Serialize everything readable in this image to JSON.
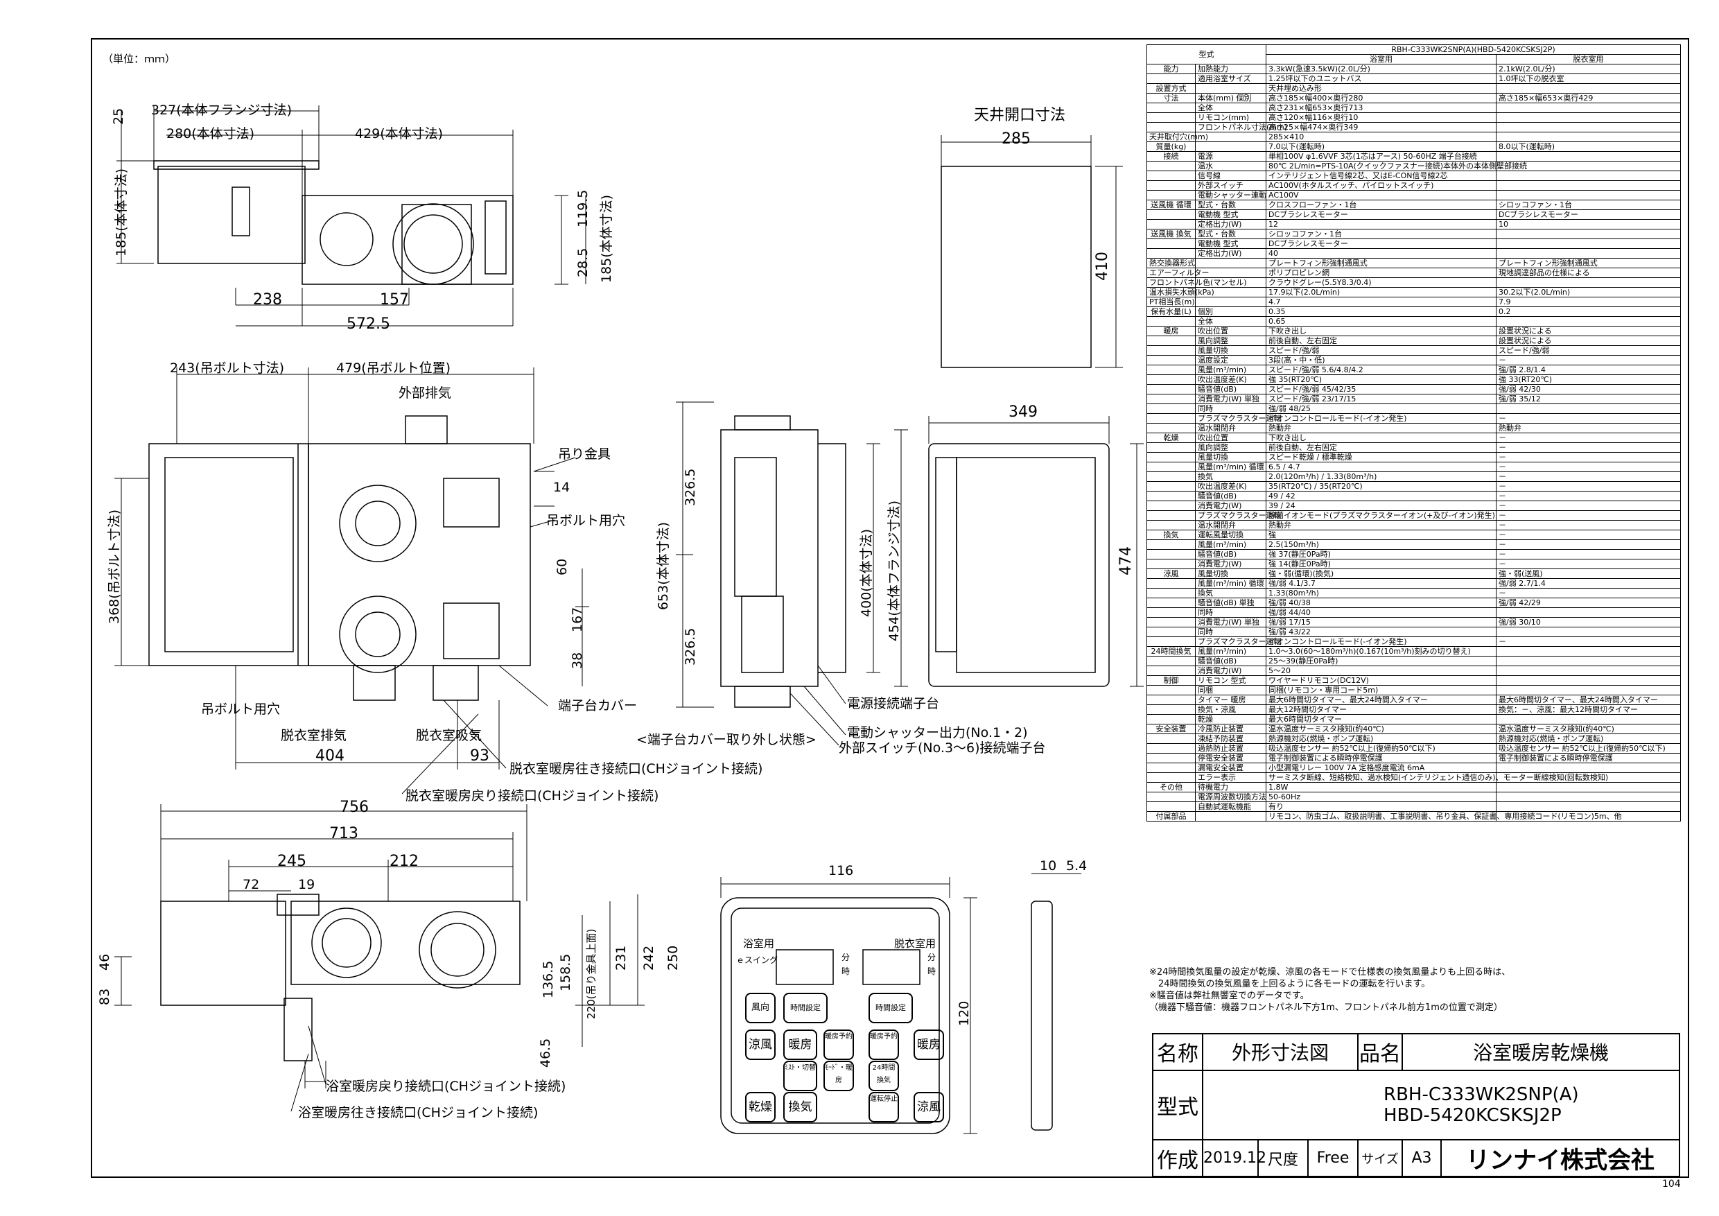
{
  "unit_label": "（単位：ｍｍ）",
  "ceiling_opening": {
    "title": "天井開口寸法",
    "width": "285",
    "height": "410"
  },
  "top_view": {
    "flange_width": "327(本体フランジ寸法)",
    "body_width": "280(本体寸法)",
    "body_depth": "429(本体寸法)",
    "dim_25": "25",
    "dim_185": "185(本体寸法)",
    "dim_1195": "119.5",
    "dim_285": "28.5",
    "dim_185b": "185(本体寸法)",
    "dim_238": "238",
    "dim_157": "157",
    "dim_5725": "572.5"
  },
  "plan_view": {
    "hang_bolt_dim": "243(吊ボルト寸法)",
    "hang_bolt_pos": "479(吊ボルト位置)",
    "exhaust_outer": "外部排気",
    "hanger": "吊り金具",
    "dim_14": "14",
    "bolt_hole": "吊ボルト用穴",
    "dim_60": "60",
    "dim_167": "167",
    "dim_38": "38",
    "dim_368": "368(吊ボルト寸法)",
    "terminal_cover": "端子台カバー",
    "bolt_hole2": "吊ボルト用穴",
    "changing_exhaust": "脱衣室排気",
    "changing_intake": "脱衣室吸気",
    "dim_404": "404",
    "dim_93": "93",
    "ch_supply": "脱衣室暖房往き接続口(CHジョイント接続)",
    "ch_return": "脱衣室暖房戻り接続口(CHジョイント接続)"
  },
  "side_view": {
    "dim_3265a": "326.5",
    "dim_3265b": "326.5",
    "dim_653": "653(本体寸法)",
    "dim_400": "400(本体寸法)",
    "dim_454": "454(本体フランジ寸法)",
    "cover_removed": "<端子台カバー取り外し状態>",
    "power_terminal": "電源接続端子台",
    "shutter_out": "電動シャッター出力(No.1・2)",
    "ext_switch": "外部スイッチ(No.3～6)接続端子台"
  },
  "front_panel": {
    "width": "349",
    "height": "474"
  },
  "bottom_view": {
    "dim_756": "756",
    "dim_713": "713",
    "dim_245": "245",
    "dim_212": "212",
    "dim_72": "72",
    "dim_19": "19",
    "dim_83": "83",
    "dim_46": "46",
    "dim_1365": "136.5",
    "dim_1585": "158.5",
    "dim_220": "220(吊り金具上面)",
    "dim_231": "231",
    "dim_242": "242",
    "dim_250": "250",
    "dim_465": "46.5",
    "bath_return": "浴室暖房戻り接続口(CHジョイント接続)",
    "bath_supply": "浴室暖房往き接続口(CHジョイント接続)"
  },
  "remote": {
    "width": "116",
    "height": "120",
    "dim_10": "10",
    "dim_54": "5.4",
    "bath_label": "浴室用",
    "changing_label": "脱衣室用",
    "swing": "ｅスイング",
    "min": "分",
    "hour": "時",
    "buttons": {
      "fan": "風向",
      "time_set": "時間設定",
      "cool": "涼風",
      "heat": "暖房",
      "heat_reserve": "暖房予約",
      "dry": "乾燥",
      "vent": "換気",
      "h24": "24時間換気",
      "stop": "運転停止",
      "cool2": "涼風",
      "heat2": "暖房",
      "time_set2": "時間設定",
      "heat_reserve2": "暖房予約",
      "mode_preheat": "ﾐｽﾄ・切替",
      "mode_strong": "ﾓｰﾄﾞ・暖房"
    }
  },
  "spec_header": {
    "model_label": "型式",
    "model_value": "RBH-C333WK2SNP(A)(HBD-5420KCSKSJ2P)",
    "bath": "浴室用",
    "changing": "脱衣室用"
  },
  "spec_rows": [
    [
      "能力",
      "加熱能力",
      "3.3kW(急速3.5kW)(2.0L/分)",
      "2.1kW(2.0L/分)"
    ],
    [
      "",
      "適用浴室サイズ",
      "1.25坪以下のユニットバス",
      "1.0坪以下の脱衣室"
    ],
    [
      "設置方式",
      "",
      "天井埋め込み形",
      ""
    ],
    [
      "寸法",
      "本体(mm) 個別",
      "高さ185×幅400×奥行280",
      "高さ185×幅653×奥行429"
    ],
    [
      "",
      "全体",
      "高さ231×幅653×奥行713",
      ""
    ],
    [
      "",
      "リモコン(mm)",
      "高さ120×幅116×奥行10",
      ""
    ],
    [
      "",
      "フロントパネル寸法(mm)",
      "高さ25×幅474×奥行349",
      ""
    ],
    [
      "天井取付穴(mm)",
      "",
      "285×410",
      ""
    ],
    [
      "質量(kg)",
      "",
      "7.0以下(運転時)",
      "8.0以下(運転時)"
    ],
    [
      "接続",
      "電源",
      "単相100V φ1.6VVF 3芯(1芯はアース) 50-60HZ 端子台接続",
      ""
    ],
    [
      "",
      "温水",
      "80℃ 2L/min=PTS-10A(クイックファスナー接続)本体外の本体側壁部接続",
      ""
    ],
    [
      "",
      "信号線",
      "インテリジェント信号線2芯、又はE-CON信号線2芯",
      ""
    ],
    [
      "",
      "外部スイッチ",
      "AC100V(ホタルスイッチ、パイロットスイッチ)",
      ""
    ],
    [
      "",
      "電動シャッター連動",
      "AC100V",
      ""
    ],
    [
      "送風機 循環",
      "型式・台数",
      "クロスフローファン・1台",
      "シロッコファン・1台"
    ],
    [
      "",
      "電動機 型式",
      "DCブラシレスモーター",
      "DCブラシレスモーター"
    ],
    [
      "",
      "定格出力(W)",
      "12",
      "10"
    ],
    [
      "送風機 換気",
      "型式・台数",
      "シロッコファン・1台",
      ""
    ],
    [
      "",
      "電動機 型式",
      "DCブラシレスモーター",
      ""
    ],
    [
      "",
      "定格出力(W)",
      "40",
      ""
    ],
    [
      "熱交換器形式",
      "",
      "プレートフィン形強制通風式",
      "プレートフィン形強制通風式"
    ],
    [
      "エアーフィルター",
      "",
      "ポリプロピレン網",
      "現地調達部品の仕様による"
    ],
    [
      "フロントパネル色(マンセル)",
      "",
      "クラウドグレー(5.5Y8.3/0.4)",
      ""
    ],
    [
      "温水損失水頭(kPa)",
      "",
      "17.9以下(2.0L/min)",
      "30.2以下(2.0L/min)"
    ],
    [
      "PT相当長(m)",
      "",
      "4.7",
      "7.9"
    ],
    [
      "保有水量(L)",
      "個別",
      "0.35",
      "0.2"
    ],
    [
      "",
      "全体",
      "0.65",
      ""
    ],
    [
      "暖房",
      "吹出位置",
      "下吹き出し",
      "設置状況による"
    ],
    [
      "",
      "風向調整",
      "前後自動、左右固定",
      "設置状況による"
    ],
    [
      "",
      "風量切換",
      "スピード/強/弱",
      "スピード/強/弱"
    ],
    [
      "",
      "温度設定",
      "3段(高・中・低)",
      "－"
    ],
    [
      "",
      "風量(m³/min)",
      "スピード/強/弱 5.6/4.8/4.2",
      "強/弱 2.8/1.4"
    ],
    [
      "",
      "吹出温度差(K)",
      "強 35(RT20℃)",
      "強 33(RT20℃)"
    ],
    [
      "",
      "騒音値(dB)",
      "スピード/強/弱 45/42/35",
      "強/弱 42/30"
    ],
    [
      "",
      "消費電力(W) 単独",
      "スピード/強/弱 23/17/15",
      "強/弱 35/12"
    ],
    [
      "",
      "同時",
      "強/弱 48/25",
      ""
    ],
    [
      "",
      "プラズマクラスター運転",
      "イオンコントロールモード(-イオン発生)",
      "－"
    ],
    [
      "",
      "温水開閉弁",
      "熱動弁",
      "熱動弁"
    ],
    [
      "乾燥",
      "吹出位置",
      "下吹き出し",
      "－"
    ],
    [
      "",
      "風向調整",
      "前後自動、左右固定",
      "－"
    ],
    [
      "",
      "風量切換",
      "スピード乾燥 / 標準乾燥",
      "－"
    ],
    [
      "",
      "風量(m³/min) 循環",
      "6.5 / 4.7",
      "－"
    ],
    [
      "",
      "換気",
      "2.0(120m³/h) / 1.33(80m³/h)",
      "－"
    ],
    [
      "",
      "吹出温度差(K)",
      "35(RT20℃) / 35(RT20℃)",
      "－"
    ],
    [
      "",
      "騒音値(dB)",
      "49 / 42",
      "－"
    ],
    [
      "",
      "消費電力(W)",
      "39 / 24",
      "－"
    ],
    [
      "",
      "プラズマクラスター運転",
      "除菌イオンモード(プラズマクラスターイオン(+及び-イオン)発生)",
      "－"
    ],
    [
      "",
      "温水開閉弁",
      "熱動弁",
      "－"
    ],
    [
      "換気",
      "運転風量切換",
      "強",
      "－"
    ],
    [
      "",
      "風量(m³/min)",
      "2.5(150m³/h)",
      "－"
    ],
    [
      "",
      "騒音値(dB)",
      "強 37(静圧0Pa時)",
      "－"
    ],
    [
      "",
      "消費電力(W)",
      "強 14(静圧0Pa時)",
      "－"
    ],
    [
      "涼風",
      "風量切換",
      "強・弱(循環)(換気)",
      "強・弱(送風)"
    ],
    [
      "",
      "風量(m³/min) 循環",
      "強/弱 4.1/3.7",
      "強/弱 2.7/1.4"
    ],
    [
      "",
      "換気",
      "1.33(80m³/h)",
      "－"
    ],
    [
      "",
      "騒音値(dB) 単独",
      "強/弱 40/38",
      "強/弱 42/29"
    ],
    [
      "",
      "同時",
      "強/弱 44/40",
      ""
    ],
    [
      "",
      "消費電力(W) 単独",
      "強/弱 17/15",
      "強/弱 30/10"
    ],
    [
      "",
      "同時",
      "強/弱 43/22",
      ""
    ],
    [
      "",
      "プラズマクラスター運転",
      "イオンコントロールモード(-イオン発生)",
      "－"
    ],
    [
      "24時間換気",
      "風量(m³/min)",
      "1.0～3.0(60～180m³/h)(0.167(10m³/h)刻みの切り替え)",
      ""
    ],
    [
      "",
      "騒音値(dB)",
      "25～39(静圧0Pa時)",
      ""
    ],
    [
      "",
      "消費電力(W)",
      "5～20",
      ""
    ],
    [
      "制御",
      "リモコン 型式",
      "ワイヤードリモコン(DC12V)",
      ""
    ],
    [
      "",
      "同梱",
      "同梱(リモコン・専用コード5m)",
      ""
    ],
    [
      "",
      "タイマー 暖房",
      "最大6時間切タイマー、最大24時間入タイマー",
      "最大6時間切タイマー、最大24時間入タイマー"
    ],
    [
      "",
      "換気・涼風",
      "最大12時間切タイマー",
      "換気：－、涼風：最大12時間切タイマー"
    ],
    [
      "",
      "乾燥",
      "最大6時間切タイマー",
      ""
    ],
    [
      "安全装置",
      "冷風防止装置",
      "温水温度サーミスタ検知(約40℃)",
      "温水温度サーミスタ検知(約40℃)"
    ],
    [
      "",
      "凍結予防装置",
      "熱源機対応(燃焼・ポンプ運転)",
      "熱源機対応(燃焼・ポンプ運転)"
    ],
    [
      "",
      "過熱防止装置",
      "吸込温度センサー 約52℃以上(復帰約50℃以下)",
      "吸込温度センサー 約52℃以上(復帰約50℃以下)"
    ],
    [
      "",
      "停電安全装置",
      "電子制御装置による瞬時停電保護",
      "電子制御装置による瞬時停電保護"
    ],
    [
      "",
      "漏電安全装置",
      "小型漏電リレー 100V 7A 定格感度電流 6mA",
      ""
    ],
    [
      "",
      "エラー表示",
      "サーミスタ断線、短絡検知、過水検知(インテリジェント通信のみ)、モーター断線検知(回転数検知)",
      ""
    ],
    [
      "その他",
      "待機電力",
      "1.8W",
      ""
    ],
    [
      "",
      "電源周波数切換方法",
      "50-60Hz",
      ""
    ],
    [
      "",
      "自動試運転機能",
      "有り",
      ""
    ],
    [
      "付属部品",
      "",
      "リモコン、防虫ゴム、取扱説明書、工事説明書、吊り金具、保証書、専用接続コード(リモコン)5m、他",
      ""
    ]
  ],
  "notes": [
    "※24時間換気風量の設定が乾燥、涼風の各モードで仕様表の換気風量よりも上回る時は、",
    "　24時間換気の換気風量を上回るように各モードの運転を行います。",
    "※騒音値は弊社無響室でのデータです。",
    "（機器下騒音値：機器フロントパネル下方1m、フロントパネル前方1mの位置で測定）"
  ],
  "title_block": {
    "name_label": "名称",
    "name_value": "外形寸法図",
    "product_label": "品名",
    "product_value": "浴室暖房乾燥機",
    "model_label": "型式",
    "model_line1": "RBH-C333WK2SNP(A)",
    "model_line2": "HBD-5420KCSKSJ2P",
    "made_label": "作成",
    "made_value": "2019.12",
    "scale_label": "尺度",
    "scale_value": "Free",
    "size_label": "サイズ",
    "size_value": "A3",
    "company": "リンナイ株式会社"
  },
  "page_number": "104"
}
